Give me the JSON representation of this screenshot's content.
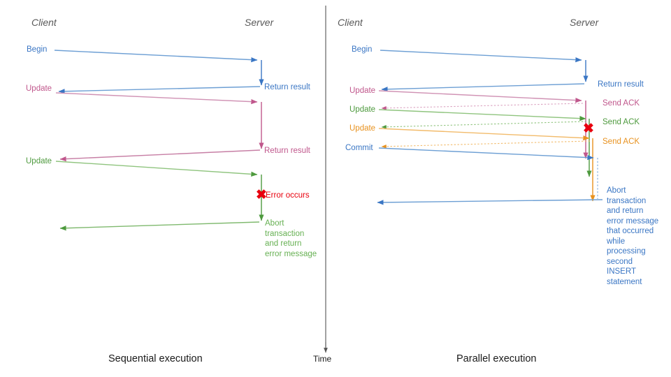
{
  "diagram": {
    "title_left": "Sequential execution",
    "title_right": "Parallel execution",
    "time_axis_label": "Time",
    "colors": {
      "blue": "#3a76c4",
      "blue_light": "#7fa9dc",
      "pink": "#c0578c",
      "pink_light": "#dba2c0",
      "green": "#4e9a3e",
      "green_light": "#8fc47e",
      "orange": "#e8921f",
      "orange_light": "#f2bb6b",
      "red": "#e8000d",
      "actor": "#595959",
      "text": "#1a1a1a"
    }
  },
  "left_panel": {
    "name": "sequential-execution",
    "actors": {
      "client": "Client",
      "server": "Server"
    },
    "caption": "Sequential execution",
    "messages": [
      {
        "id": "begin",
        "label": "Begin",
        "color": "blue"
      },
      {
        "id": "return-result-1",
        "label": "Return result",
        "color": "blue"
      },
      {
        "id": "update-1",
        "label": "Update",
        "color": "pink"
      },
      {
        "id": "return-result-2",
        "label": "Return result",
        "color": "pink"
      },
      {
        "id": "update-2",
        "label": "Update",
        "color": "green"
      },
      {
        "id": "error",
        "label": "Error occurs",
        "color": "red"
      },
      {
        "id": "abort",
        "label": "Abort\ntransaction\nand return\nerror message",
        "color": "green"
      }
    ]
  },
  "right_panel": {
    "name": "parallel-execution",
    "actors": {
      "client": "Client",
      "server": "Server"
    },
    "caption": "Parallel execution",
    "messages": [
      {
        "id": "begin",
        "label": "Begin",
        "color": "blue"
      },
      {
        "id": "return-result",
        "label": "Return result",
        "color": "blue"
      },
      {
        "id": "update-1",
        "label": "Update",
        "color": "pink"
      },
      {
        "id": "send-ack-1",
        "label": "Send ACK",
        "color": "pink"
      },
      {
        "id": "update-2",
        "label": "Update",
        "color": "green"
      },
      {
        "id": "send-ack-2",
        "label": "Send ACK",
        "color": "green"
      },
      {
        "id": "update-3",
        "label": "Update",
        "color": "orange"
      },
      {
        "id": "send-ack-3",
        "label": "Send ACK",
        "color": "orange"
      },
      {
        "id": "commit",
        "label": "Commit",
        "color": "blue"
      },
      {
        "id": "error",
        "label": "",
        "color": "red"
      },
      {
        "id": "abort",
        "label": "Abort\ntransaction\nand return\nerror message\nthat occurred\nwhile\nprocessing\nsecond\nINSERT\nstatement",
        "color": "blue"
      }
    ]
  },
  "time_axis": {
    "label": "Time"
  }
}
